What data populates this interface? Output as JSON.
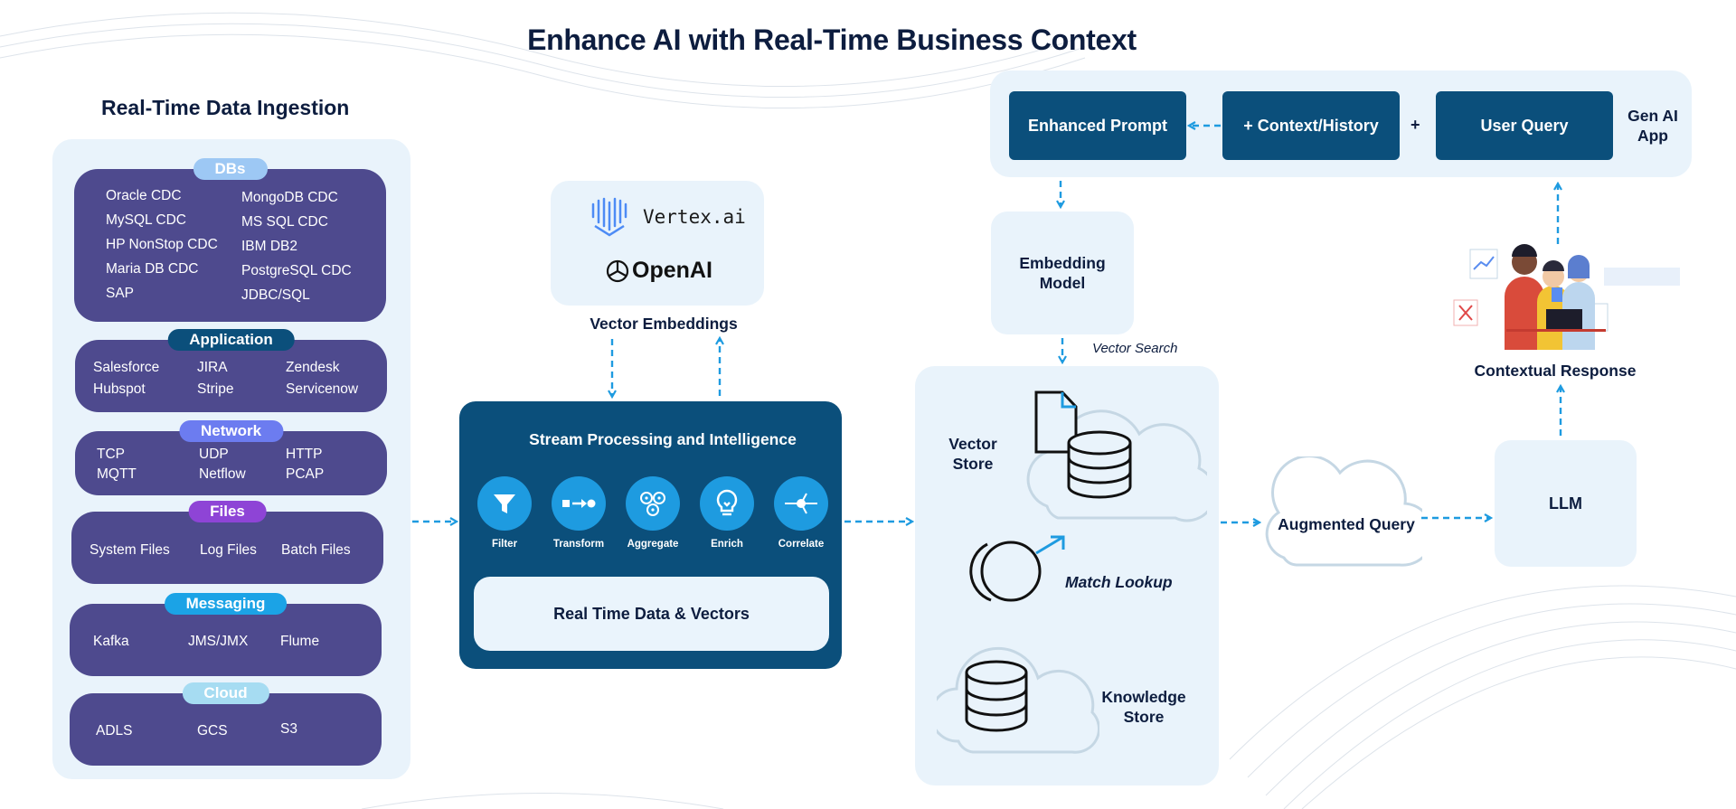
{
  "title": "Enhance AI with Real-Time Business Context",
  "ingestion": {
    "title": "Real-Time Data Ingestion",
    "groups": {
      "dbs": {
        "label": "DBs",
        "items": [
          "Oracle CDC",
          "MySQL CDC",
          "HP NonStop CDC",
          "Maria DB CDC",
          "SAP",
          "MongoDB CDC",
          "MS SQL CDC",
          "IBM DB2",
          "PostgreSQL CDC",
          "JDBC/SQL"
        ]
      },
      "application": {
        "label": "Application",
        "items": [
          "Salesforce",
          "Hubspot",
          "JIRA",
          "Stripe",
          "Zendesk",
          "Servicenow"
        ]
      },
      "network": {
        "label": "Network",
        "items": [
          "TCP",
          "MQTT",
          "UDP",
          "Netflow",
          "HTTP",
          "PCAP"
        ]
      },
      "files": {
        "label": "Files",
        "items": [
          "System Files",
          "Log Files",
          "Batch Files"
        ]
      },
      "messaging": {
        "label": "Messaging",
        "items": [
          "Kafka",
          "JMS/JMX",
          "Flume"
        ]
      },
      "cloud": {
        "label": "Cloud",
        "items": [
          "ADLS",
          "GCS",
          "S3"
        ]
      }
    }
  },
  "vector": {
    "vertex_logo": "Vertex.ai",
    "openai_logo": "OpenAI",
    "label": "Vector Embeddings"
  },
  "stream": {
    "title": "Stream Processing and Intelligence",
    "steps": [
      "Filter",
      "Transform",
      "Aggregate",
      "Enrich",
      "Correlate"
    ],
    "realtime_label": "Real Time Data & Vectors"
  },
  "genai": {
    "enhanced_prompt": "Enhanced Prompt",
    "context_history": "+ Context/History",
    "plus": "+",
    "user_query": "User Query",
    "app_label_1": "Gen AI",
    "app_label_2": "App"
  },
  "embedding": {
    "line1": "Embedding",
    "line2": "Model",
    "vector_search": "Vector Search"
  },
  "stores": {
    "vector_store_1": "Vector",
    "vector_store_2": "Store",
    "match_lookup": "Match Lookup",
    "knowledge_store_1": "Knowledge",
    "knowledge_store_2": "Store"
  },
  "augmented_query": "Augmented Query",
  "llm": "LLM",
  "contextual_response": "Contextual Response",
  "colors": {
    "navy": "#0b4f7b",
    "purple_box": "#4e4a8e",
    "panel": "#e9f3fb",
    "accent_blue": "#1e9be0",
    "pill_dbs": "#9dc8f4",
    "pill_application": "#0b4f7b",
    "pill_network": "#6c7cf0",
    "pill_files": "#8e44d6",
    "pill_messaging": "#1ba3e6",
    "pill_cloud": "#a6dcf2"
  }
}
